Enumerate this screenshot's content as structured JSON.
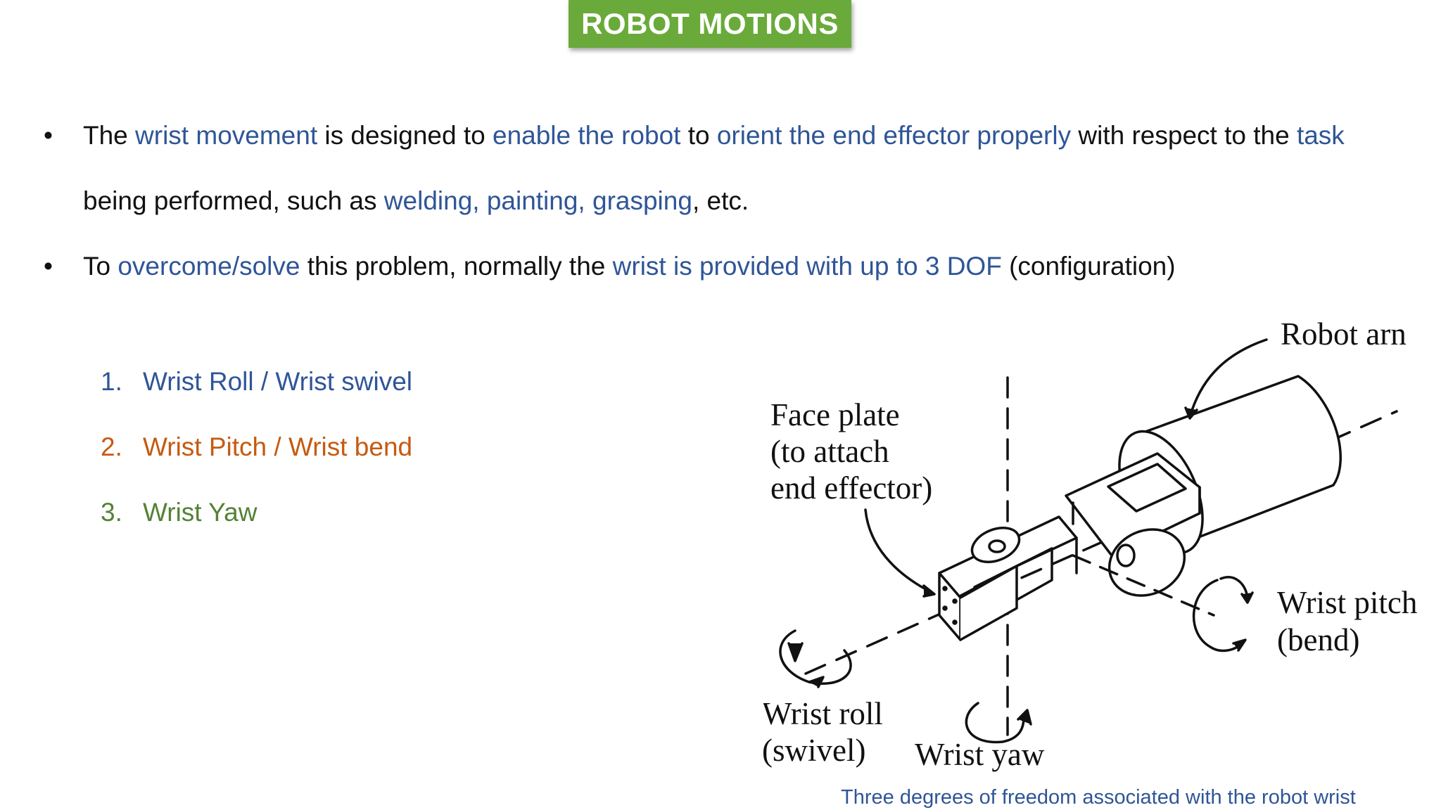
{
  "title": "ROBOT MOTIONS",
  "bullets": [
    {
      "line1": [
        {
          "text": "The ",
          "color": "default"
        },
        {
          "text": "wrist movement",
          "color": "blue"
        },
        {
          "text": " is designed to ",
          "color": "default"
        },
        {
          "text": "enable the robot",
          "color": "blue"
        },
        {
          "text": " to ",
          "color": "default"
        },
        {
          "text": "orient the end effector properly",
          "color": "blue"
        },
        {
          "text": " with respect to the ",
          "color": "default"
        },
        {
          "text": "task",
          "color": "blue"
        }
      ],
      "line2": [
        {
          "text": "being performed, such as ",
          "color": "default"
        },
        {
          "text": "welding, painting, grasping",
          "color": "blue"
        },
        {
          "text": ", etc.",
          "color": "default"
        }
      ]
    },
    {
      "line1": [
        {
          "text": "To ",
          "color": "default"
        },
        {
          "text": "overcome/solve",
          "color": "blue"
        },
        {
          "text": " this problem, normally the ",
          "color": "default"
        },
        {
          "text": "wrist is provided with up to 3 DOF",
          "color": "blue"
        },
        {
          "text": " (configuration)",
          "color": "default"
        }
      ]
    }
  ],
  "bullet_symbol": "•",
  "numbered_list": [
    {
      "num": "1.",
      "text": "Wrist Roll / Wrist swivel",
      "color": "blue"
    },
    {
      "num": "2.",
      "text": "Wrist Pitch / Wrist bend",
      "color": "orange"
    },
    {
      "num": "3.",
      "text": "Wrist Yaw",
      "color": "green"
    }
  ],
  "figure": {
    "robot_arm_label": "Robot arn",
    "face_plate_lines": [
      "Face plate",
      "(to attach",
      "end effector)"
    ],
    "wrist_pitch_lines": [
      "Wrist pitch",
      "(bend)"
    ],
    "wrist_roll_lines": [
      "Wrist roll",
      "(swivel)"
    ],
    "wrist_yaw_label": "Wrist yaw"
  },
  "caption": "Three degrees of freedom associated with the robot wrist",
  "colors": {
    "blue": "#2f5597",
    "orange": "#c55a11",
    "green": "#548235",
    "title_bg": "#6aaa3a"
  }
}
